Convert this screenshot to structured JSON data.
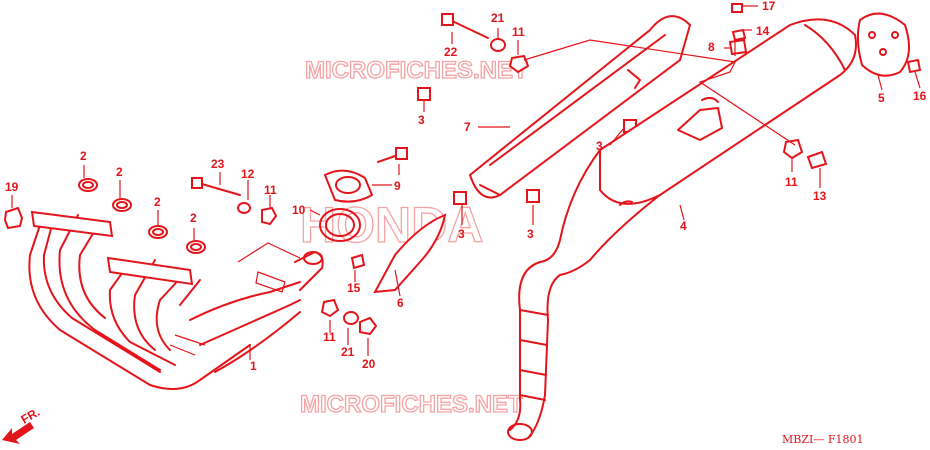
{
  "diagram": {
    "watermark_top": "MICROFICHES.NET",
    "watermark_center": "HONDA",
    "watermark_bottom": "MICROFICHES.NET",
    "front_arrow_label": "FR.",
    "diagram_code": "MBZI— F1801",
    "color": "#e3151b",
    "callouts": [
      "1",
      "2",
      "2",
      "2",
      "2",
      "3",
      "3",
      "3",
      "3",
      "3",
      "4",
      "5",
      "6",
      "7",
      "8",
      "9",
      "10",
      "11",
      "11",
      "11",
      "11",
      "11",
      "12",
      "13",
      "14",
      "15",
      "16",
      "17",
      "19",
      "20",
      "21",
      "21",
      "22",
      "23"
    ]
  }
}
